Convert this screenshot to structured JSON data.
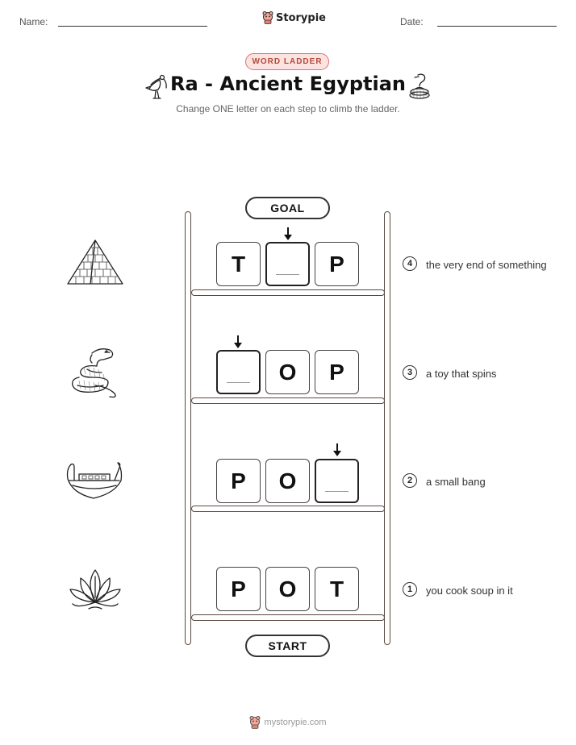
{
  "header": {
    "name_label": "Name:",
    "date_label": "Date:",
    "brand": "Storypie"
  },
  "badge": "WORD LADDER",
  "title": "Ra - Ancient Egyptian",
  "subtitle": "Change ONE letter on each step to climb the ladder.",
  "goal_label": "GOAL",
  "start_label": "START",
  "steps": [
    {
      "number": "4",
      "clue": "the very end of something",
      "letters": [
        "T",
        "",
        "P"
      ],
      "blank_index": 1,
      "picture": "pyramid-icon"
    },
    {
      "number": "3",
      "clue": "a toy that spins",
      "letters": [
        "",
        "O",
        "P"
      ],
      "blank_index": 0,
      "picture": "snake-icon"
    },
    {
      "number": "2",
      "clue": "a small bang",
      "letters": [
        "P",
        "O",
        ""
      ],
      "blank_index": 2,
      "picture": "boat-icon"
    },
    {
      "number": "1",
      "clue": "you cook soup in it",
      "letters": [
        "P",
        "O",
        "T"
      ],
      "blank_index": -1,
      "picture": "lotus-icon"
    }
  ],
  "header_icons": [
    "ibis-icon",
    "cobra-icon"
  ],
  "colors": {
    "badge_border": "#d9756a",
    "badge_bg": "#fde3df",
    "badge_text": "#b34a3c",
    "ladder": "#5b4a40"
  },
  "footer": {
    "url": "mystorypie.com"
  }
}
